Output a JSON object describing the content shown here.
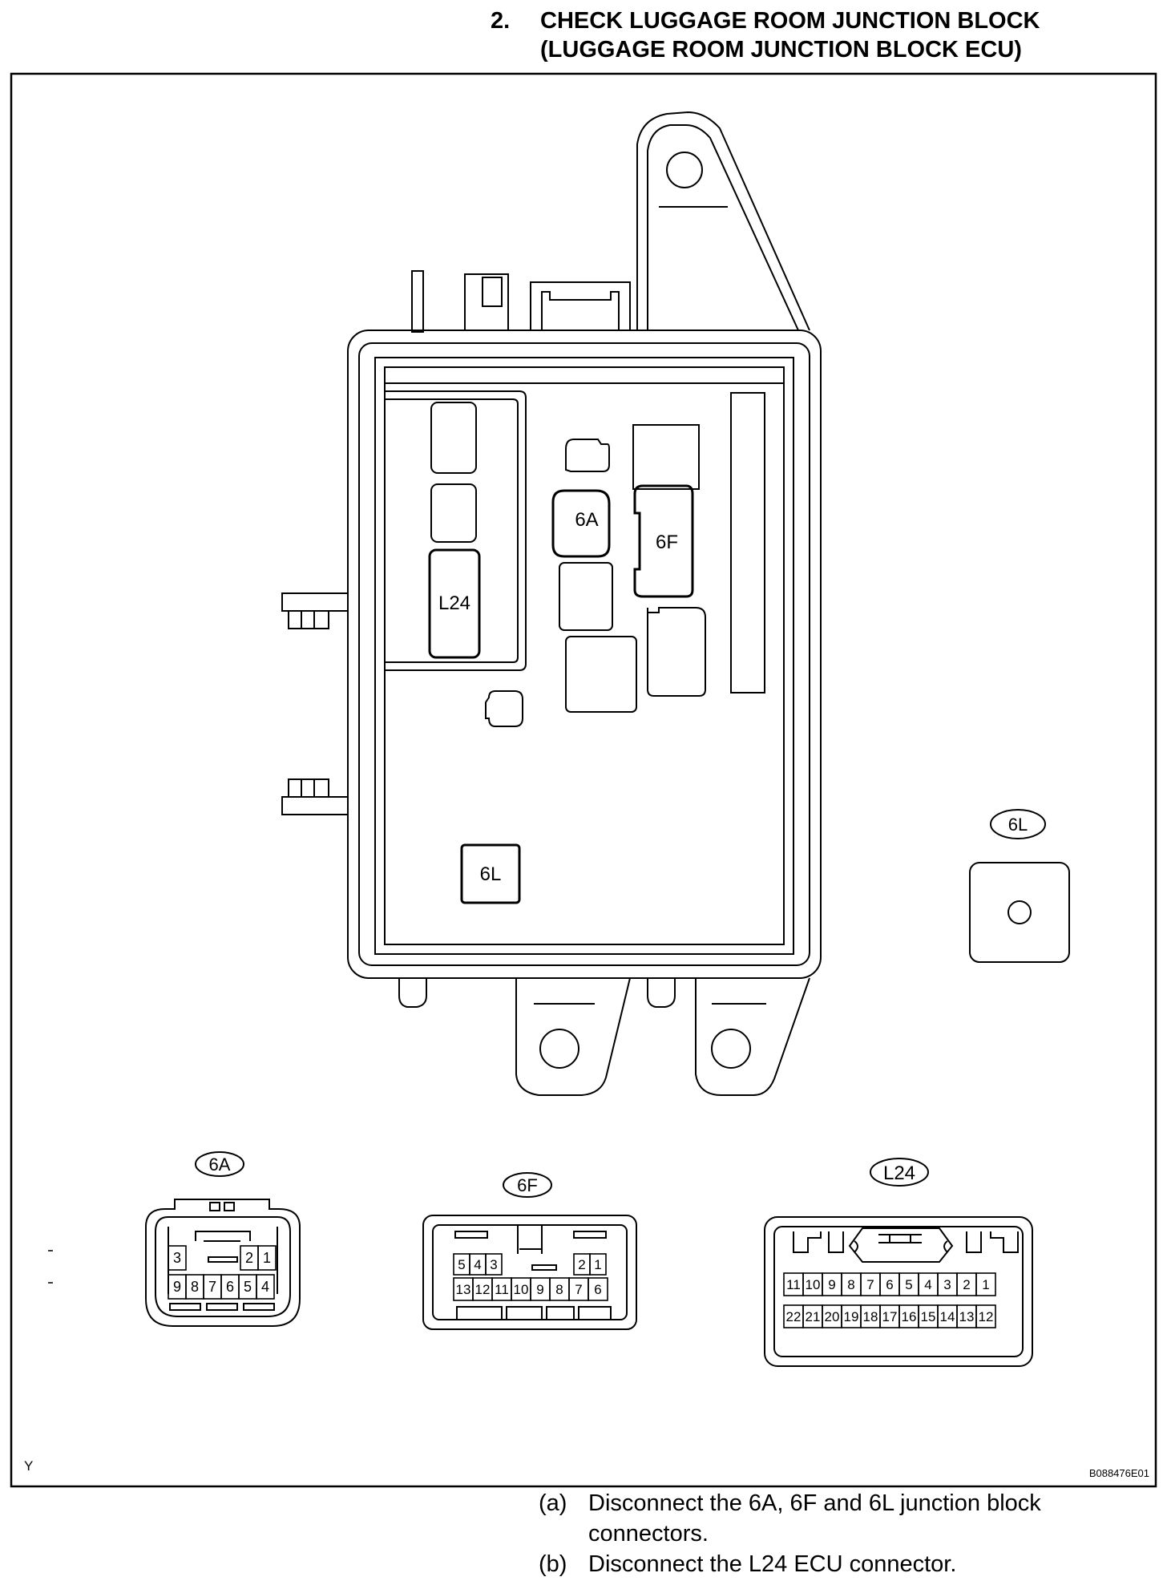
{
  "heading": {
    "number": "2.",
    "line1": "CHECK LUGGAGE ROOM JUNCTION BLOCK",
    "line2": "(LUGGAGE ROOM JUNCTION BLOCK ECU)"
  },
  "diagram": {
    "block_labels": {
      "l24": "L24",
      "6a": "6A",
      "6f": "6F",
      "6l": "6L"
    },
    "side_views": {
      "6l": "6L"
    },
    "connectors": {
      "6a": {
        "label": "6A",
        "top_row": [
          "3",
          "2",
          "1"
        ],
        "bottom_row": [
          "9",
          "8",
          "7",
          "6",
          "5",
          "4"
        ]
      },
      "6f": {
        "label": "6F",
        "top_row": [
          "5",
          "4",
          "3",
          "2",
          "1"
        ],
        "bottom_row": [
          "13",
          "12",
          "11",
          "10",
          "9",
          "8",
          "7",
          "6"
        ]
      },
      "l24": {
        "label": "L24",
        "top_row": [
          "11",
          "10",
          "9",
          "8",
          "7",
          "6",
          "5",
          "4",
          "3",
          "2",
          "1"
        ],
        "bottom_row": [
          "22",
          "21",
          "20",
          "19",
          "18",
          "17",
          "16",
          "15",
          "14",
          "13",
          "12"
        ]
      }
    },
    "corner_mark": "Y",
    "figure_code": "B088476E01"
  },
  "steps": [
    {
      "marker": "(a)",
      "lines": [
        "Disconnect the 6A, 6F and 6L junction block",
        "connectors."
      ]
    },
    {
      "marker": "(b)",
      "lines": [
        "Disconnect the L24 ECU connector."
      ]
    }
  ]
}
